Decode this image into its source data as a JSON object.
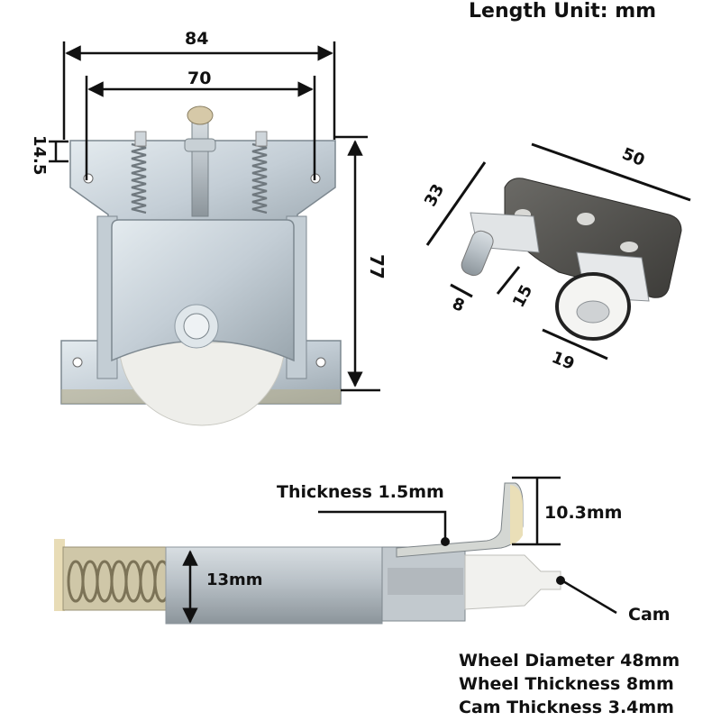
{
  "title": "Length Unit: mm",
  "front_view": {
    "width_outer": "84",
    "width_holes": "70",
    "flange_height": "14.5",
    "height": "77"
  },
  "perspective_view": {
    "length": "50",
    "width": "33",
    "pin_diameter": "8",
    "pin_offset": "15",
    "wheel_width": "19"
  },
  "side_view": {
    "thickness_label": "Thickness 1.5mm",
    "bracket_height": "10.3mm",
    "body_height": "13mm",
    "cam_label": "Cam"
  },
  "specs": [
    "Wheel Diameter 48mm",
    "Wheel Thickness 8mm",
    "Cam Thickness 3.4mm"
  ],
  "colors": {
    "metal": "#c9d3da",
    "metal_dark": "#8e9aa3",
    "nylon": "#eeeeea",
    "plate_dark": "#4a4a48",
    "line": "#111111"
  }
}
